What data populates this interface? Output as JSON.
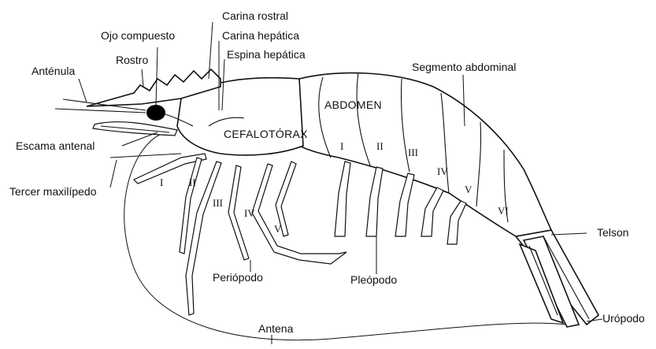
{
  "labels": {
    "carina_rostral": "Carina rostral",
    "ojo_compuesto": "Ojo compuesto",
    "carina_hepatica": "Carina hepática",
    "espina_hepatica": "Espina hepática",
    "rostro": "Rostro",
    "antenula": "Anténula",
    "segmento_abdominal": "Segmento abdominal",
    "abdomen": "ABDOMEN",
    "cefalotorax": "CEFALOTÓRAX",
    "escama_antenal": "Escama antenal",
    "tercer_maxilipedo": "Tercer maxilípedo",
    "telson": "Telson",
    "periopodo": "Periópodo",
    "pleopodo": "Pleópodo",
    "uropodo": "Urópodo",
    "antena": "Antena"
  },
  "segment_numerals": [
    "I",
    "II",
    "III",
    "IV",
    "V",
    "VI"
  ],
  "leg_numerals": [
    "I",
    "II",
    "III",
    "IV",
    "V"
  ],
  "colors": {
    "line": "#111111",
    "background": "#ffffff",
    "eye": "#000000"
  }
}
